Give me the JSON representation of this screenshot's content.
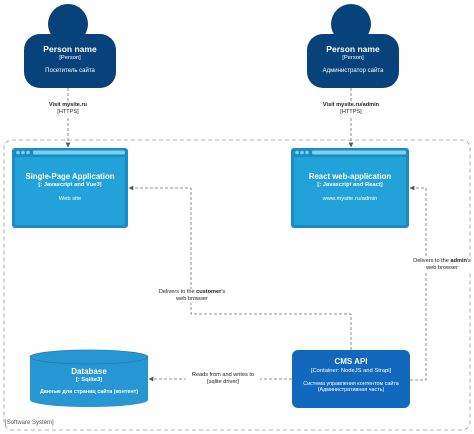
{
  "boundary": {
    "label": "[Software System]"
  },
  "persons": [
    {
      "name": "Person name",
      "type": "[Person]",
      "desc": "Посетитель сайта"
    },
    {
      "name": "Person name",
      "type": "[Person]",
      "desc": "Администратор сайта"
    }
  ],
  "containers": {
    "spa": {
      "title": "Single-Page Application",
      "tech": "[: Javascript and Vue3]",
      "desc": "Web site"
    },
    "react": {
      "title": "React web-application",
      "tech": "[: Javascript and React]",
      "desc": "www.mysite.ru/admin"
    },
    "cms": {
      "title": "CMS API",
      "tech": "[Container: NodeJS and Strapi]",
      "desc1": "Система управления контентом сайта",
      "desc2": "(Административная часть)"
    },
    "db": {
      "title": "Database",
      "tech": "[: Sqlite3]",
      "desc": "Данные для страниц сайта (контент)"
    }
  },
  "relations": {
    "visit_user": {
      "label": "Visit mysite.ru",
      "tech": "[HTTPS]"
    },
    "visit_admin": {
      "label": "Visit mysite.ru/admin",
      "tech": "[HTTPS]"
    },
    "deliver_customer": {
      "pre": "Delivers to the ",
      "bold": "customer",
      "post": "'s",
      "line2": "web browser"
    },
    "deliver_admin": {
      "pre": "Delivers to the ",
      "bold": "admin",
      "post": "'s",
      "line2": "web browser"
    },
    "db_rw": {
      "label": "Reads from and writes to",
      "tech": "[sqlite driver]"
    }
  },
  "colors": {
    "person": "#08427b",
    "container": "#1168bd",
    "spa_fill": "#23a2d9",
    "spa_frame": "#1a8bc4",
    "db_fill": "#2797d4",
    "line": "#707070",
    "boundary": "#9a9a9a"
  }
}
